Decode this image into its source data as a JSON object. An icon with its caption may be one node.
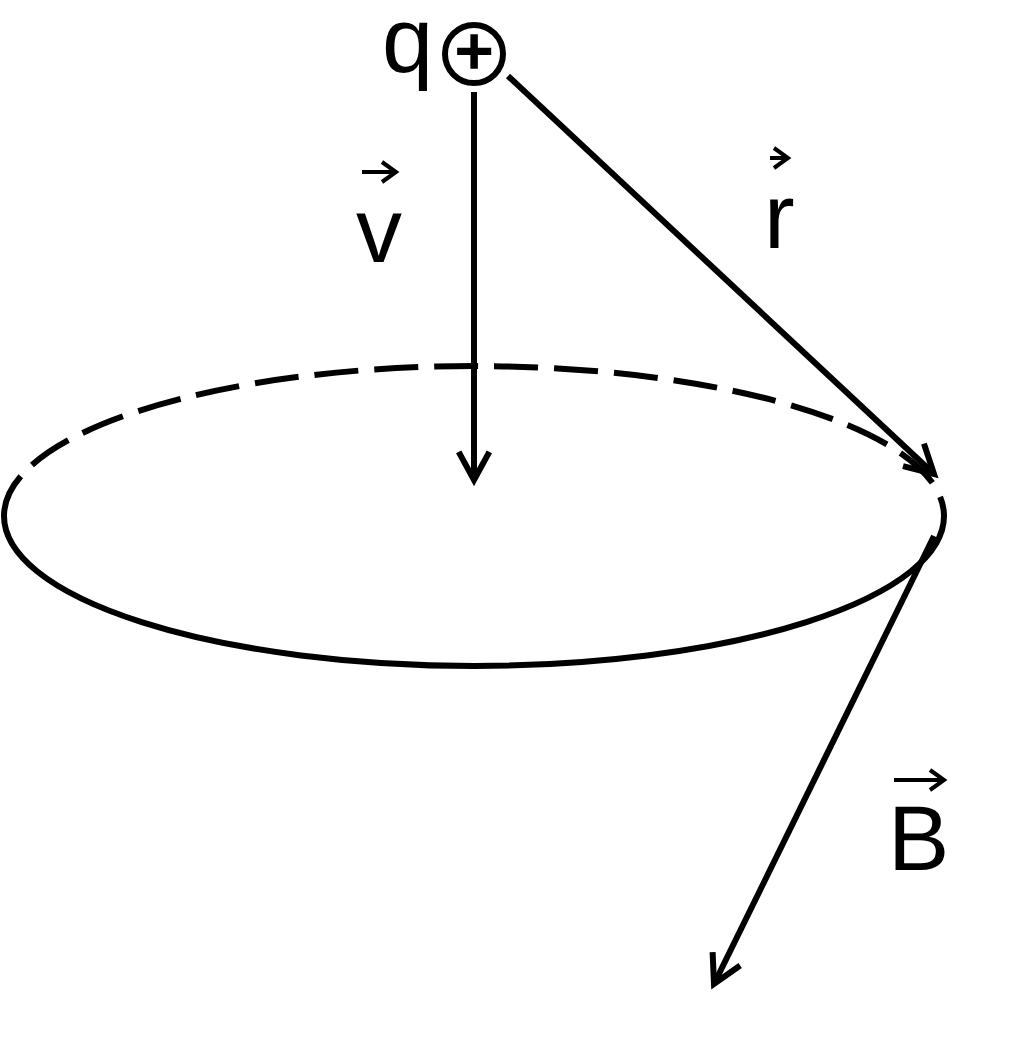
{
  "diagram": {
    "nodes": [
      {
        "text": [
          "+"
        ],
        "beside": [
          "q"
        ]
      }
    ],
    "labels": [
      "v",
      "r",
      "B"
    ]
  }
}
